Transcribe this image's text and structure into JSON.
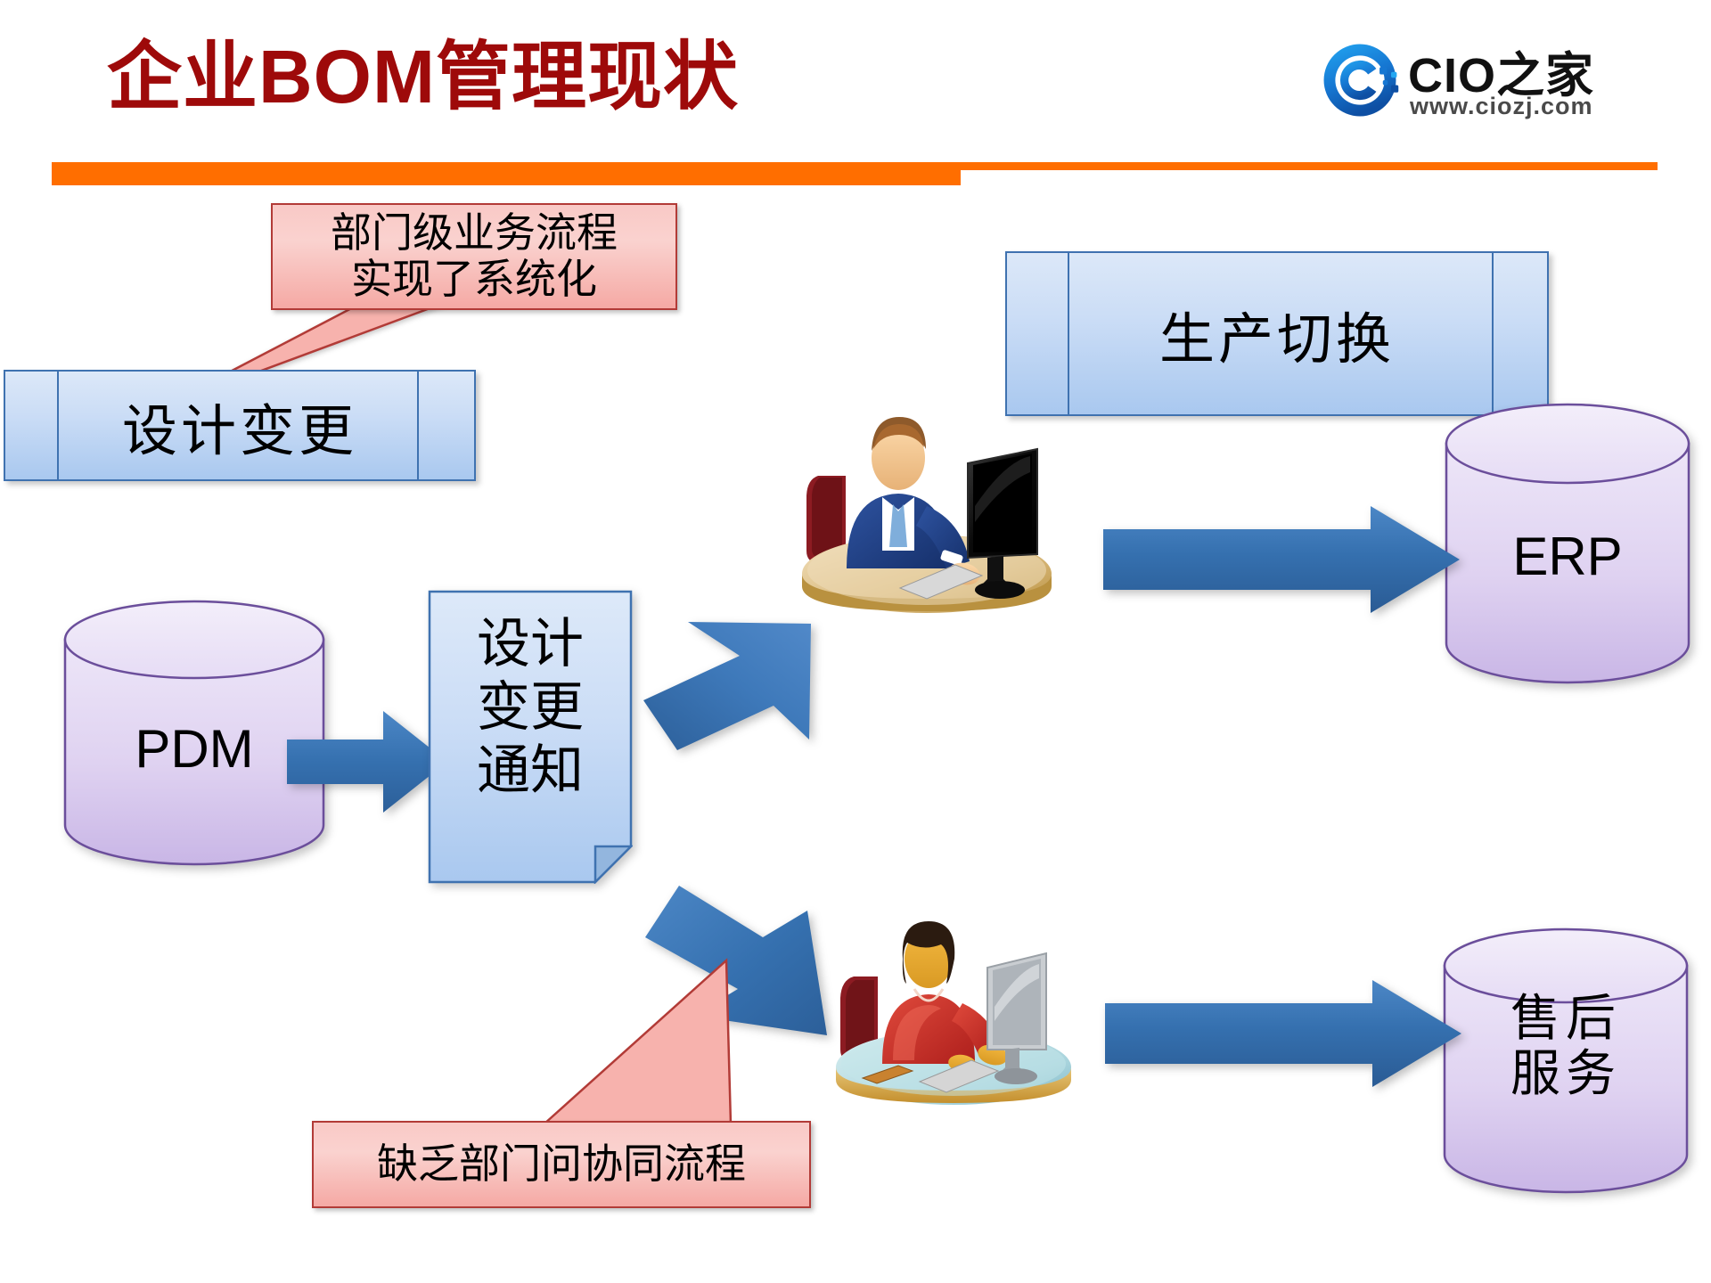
{
  "slide": {
    "title": "企业BOM管理现状",
    "title_prefix": "企业",
    "title_latin": "BOM",
    "title_suffix": "管理现状",
    "accent_color": "#FF6E00",
    "title_color": "#9E0A0A"
  },
  "logo": {
    "name": "CIO之家",
    "url": "www.ciozj.com",
    "mark": "cio-circle-logo",
    "color": "#1565C0"
  },
  "callouts": {
    "top": {
      "line1": "部门级业务流程",
      "line2": "实现了系统化",
      "fill": "#F7C3BF",
      "border": "#B23B37"
    },
    "bottom": {
      "line1": "缺乏部门问协同流程",
      "fill": "#F7C3BF",
      "border": "#B23B37"
    }
  },
  "boxes": {
    "design_change": {
      "label": "设计变更",
      "shape": "predefined-process",
      "fill": "#C6DBF5",
      "border": "#3F72B0"
    },
    "production_switch": {
      "label": "生产切换",
      "shape": "predefined-process",
      "fill": "#C6DBF5",
      "border": "#3F72B0"
    }
  },
  "document": {
    "notice": {
      "label": "设计\n变更\n通知",
      "shape": "document",
      "fill": "#C6DBF5",
      "border": "#3F72B0"
    }
  },
  "cylinders": {
    "pdm": {
      "label": "PDM",
      "fill": "#D9CBEE",
      "border": "#6B4E9B"
    },
    "erp": {
      "label": "ERP",
      "fill": "#D9CBEE",
      "border": "#6B4E9B"
    },
    "after_sales": {
      "label": "售后\n服务",
      "fill": "#D9CBEE",
      "border": "#6B4E9B"
    }
  },
  "arrows": {
    "color": "#3B74B5",
    "items": [
      {
        "name": "pdm-to-notice",
        "direction": "right"
      },
      {
        "name": "notice-to-engineer",
        "direction": "up-right"
      },
      {
        "name": "notice-to-service-rep",
        "direction": "down-right"
      },
      {
        "name": "engineer-to-erp",
        "direction": "right"
      },
      {
        "name": "service-rep-to-after-sales",
        "direction": "right"
      }
    ]
  },
  "clipart": {
    "man_at_desk": "businessman-at-computer",
    "woman_at_desk": "businesswoman-at-computer"
  }
}
